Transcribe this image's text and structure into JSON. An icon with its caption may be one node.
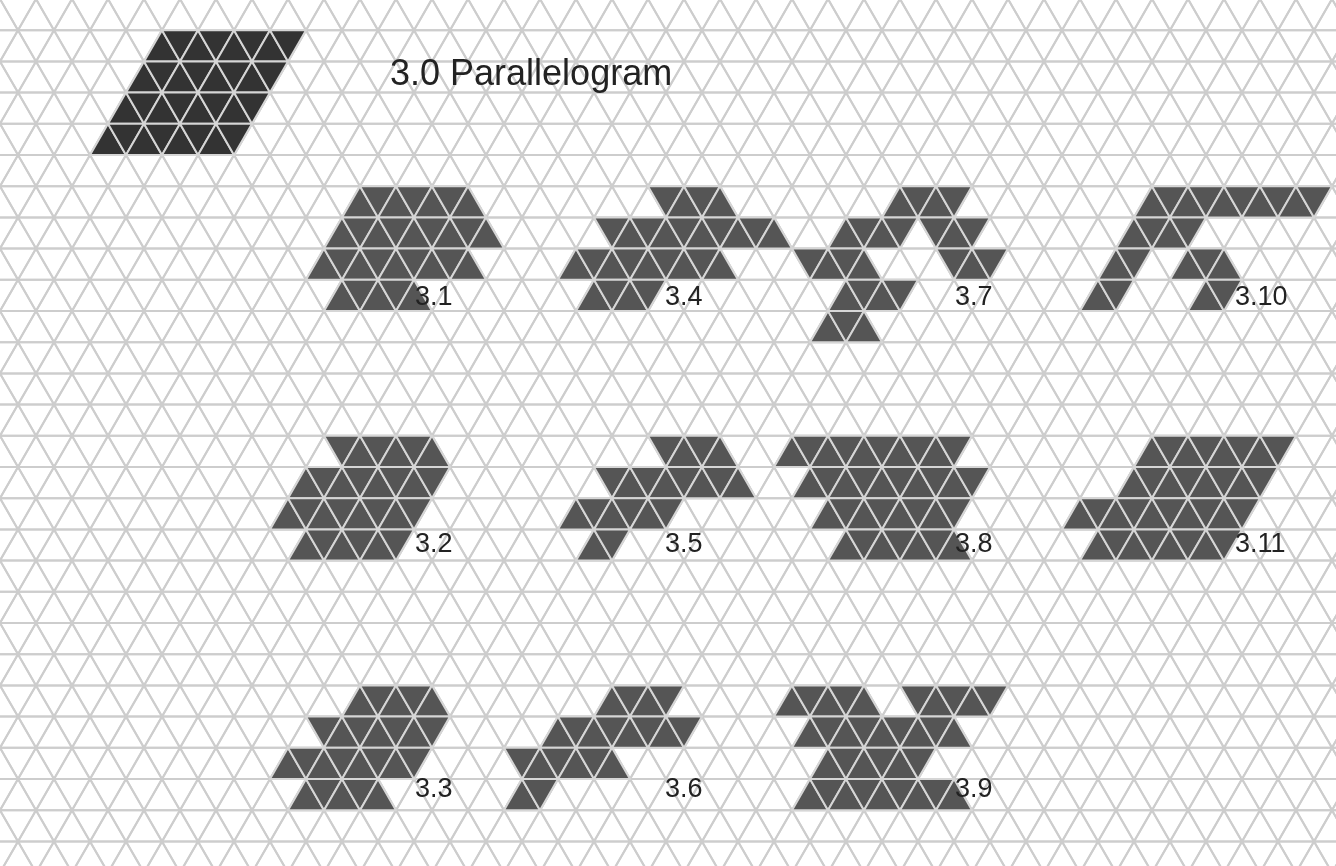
{
  "diagram": {
    "title": "3.0 Parallelogram",
    "labels": [
      "3.1",
      "3.4",
      "3.7",
      "3.10",
      "3.2",
      "3.5",
      "3.8",
      "3.11",
      "3.3",
      "3.6",
      "3.9"
    ]
  }
}
